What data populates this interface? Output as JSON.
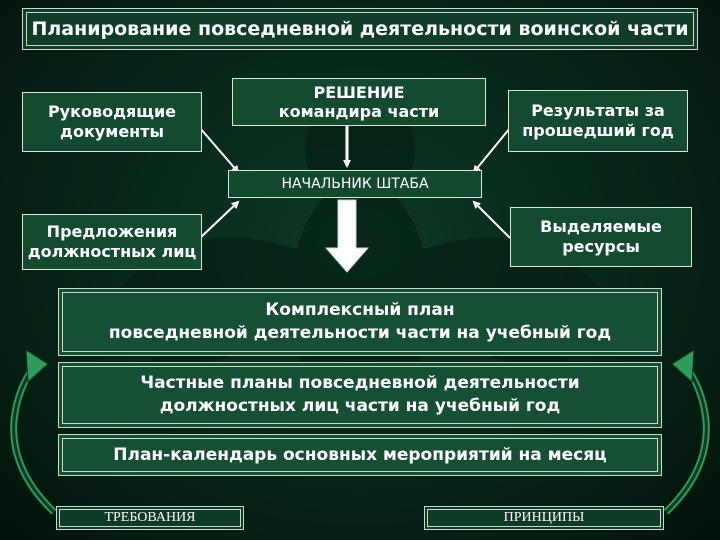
{
  "title": "Планирование повседневной деятельности воинской части",
  "boxes": {
    "guiding_docs": "Руководящие документы",
    "decision_title": "РЕШЕНИЕ",
    "decision_sub": "командира части",
    "results": "Результаты за прошедший год",
    "chief_of_staff": "НАЧАЛЬНИК ШТАБА",
    "proposals": "Предложения должностных лиц",
    "resources": "Выделяемые ресурсы",
    "complex_plan_line1": "Комплексный план",
    "complex_plan_line2": "повседневной деятельности части на учебный год",
    "private_plans_line1": "Частные планы повседневной деятельности",
    "private_plans_line2": "должностных лиц части на учебный год",
    "calendar_plan": "План-календарь основных мероприятий на месяц",
    "requirements": "ТРЕБОВАНИЯ",
    "principles": "ПРИНЦИПЫ"
  },
  "colors": {
    "background": "#072417",
    "box_fill": "#144b30",
    "border": "#d8e6dc",
    "text": "#ffffff",
    "arrow": "#ffffff"
  }
}
